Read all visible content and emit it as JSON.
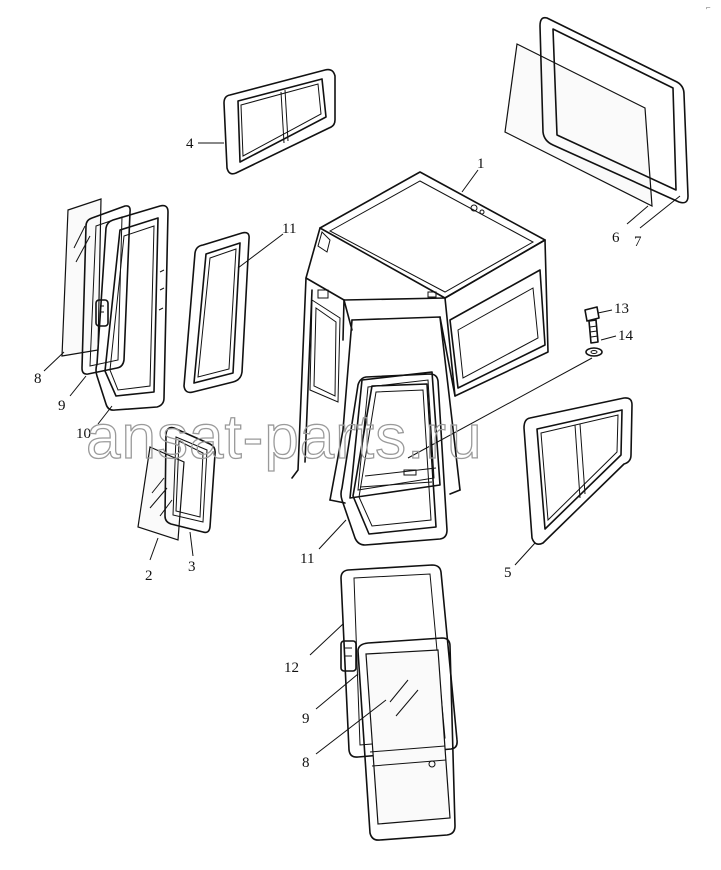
{
  "watermark": "ansat-parts.ru",
  "corner_mark": "⌐",
  "callouts": {
    "c1": "1",
    "c2": "2",
    "c3": "3",
    "c4": "4",
    "c5": "5",
    "c6": "6",
    "c7": "7",
    "c8a": "8",
    "c8b": "8",
    "c9a": "9",
    "c9b": "9",
    "c10": "10",
    "c11a": "11",
    "c11b": "11",
    "c12": "12",
    "c13": "13",
    "c14": "14"
  }
}
